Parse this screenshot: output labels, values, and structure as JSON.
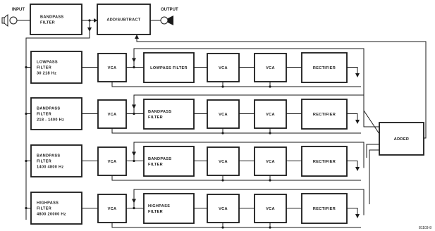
{
  "input_label": "INPUT",
  "output_label": "OUTPUT",
  "bandpass_top": [
    "BANDPASS",
    "FILTER"
  ],
  "add_subtract": [
    "ADD/SUBTRACT"
  ],
  "adder": [
    "ADDER"
  ],
  "figure_id": "81103-8",
  "bands": [
    {
      "filter": [
        "LOWPASS",
        "FILTER",
        "30  218 Hz"
      ],
      "vca1": [
        "VCA"
      ],
      "mid": [
        "LOWPASS FILTER"
      ],
      "vca2": [
        "VCA"
      ],
      "vca3": [
        "VCA"
      ],
      "rect": [
        "RECTIFIER"
      ]
    },
    {
      "filter": [
        "BANDPASS",
        "FILTER",
        "218 - 1400 Hz"
      ],
      "vca1": [
        "VCA"
      ],
      "mid": [
        "BANDPASS",
        "FILTER"
      ],
      "vca2": [
        "VCA"
      ],
      "vca3": [
        "VCA"
      ],
      "rect": [
        "RECTIFIER"
      ]
    },
    {
      "filter": [
        "BANDPASS",
        "FILTER",
        "1400  4800 Hz"
      ],
      "vca1": [
        "VCA"
      ],
      "mid": [
        "BANDPASS",
        "FILTER"
      ],
      "vca2": [
        "VCA"
      ],
      "vca3": [
        "VCA"
      ],
      "rect": [
        "RECTIFIER"
      ]
    },
    {
      "filter": [
        "HIGHPASS",
        "FILTER",
        "4800  20000 Hz"
      ],
      "vca1": [
        "VCA"
      ],
      "mid": [
        "HIGHPASS",
        "FILTER"
      ],
      "vca2": [
        "VCA"
      ],
      "vca3": [
        "VCA"
      ],
      "rect": [
        "RECTIFIER"
      ]
    }
  ]
}
